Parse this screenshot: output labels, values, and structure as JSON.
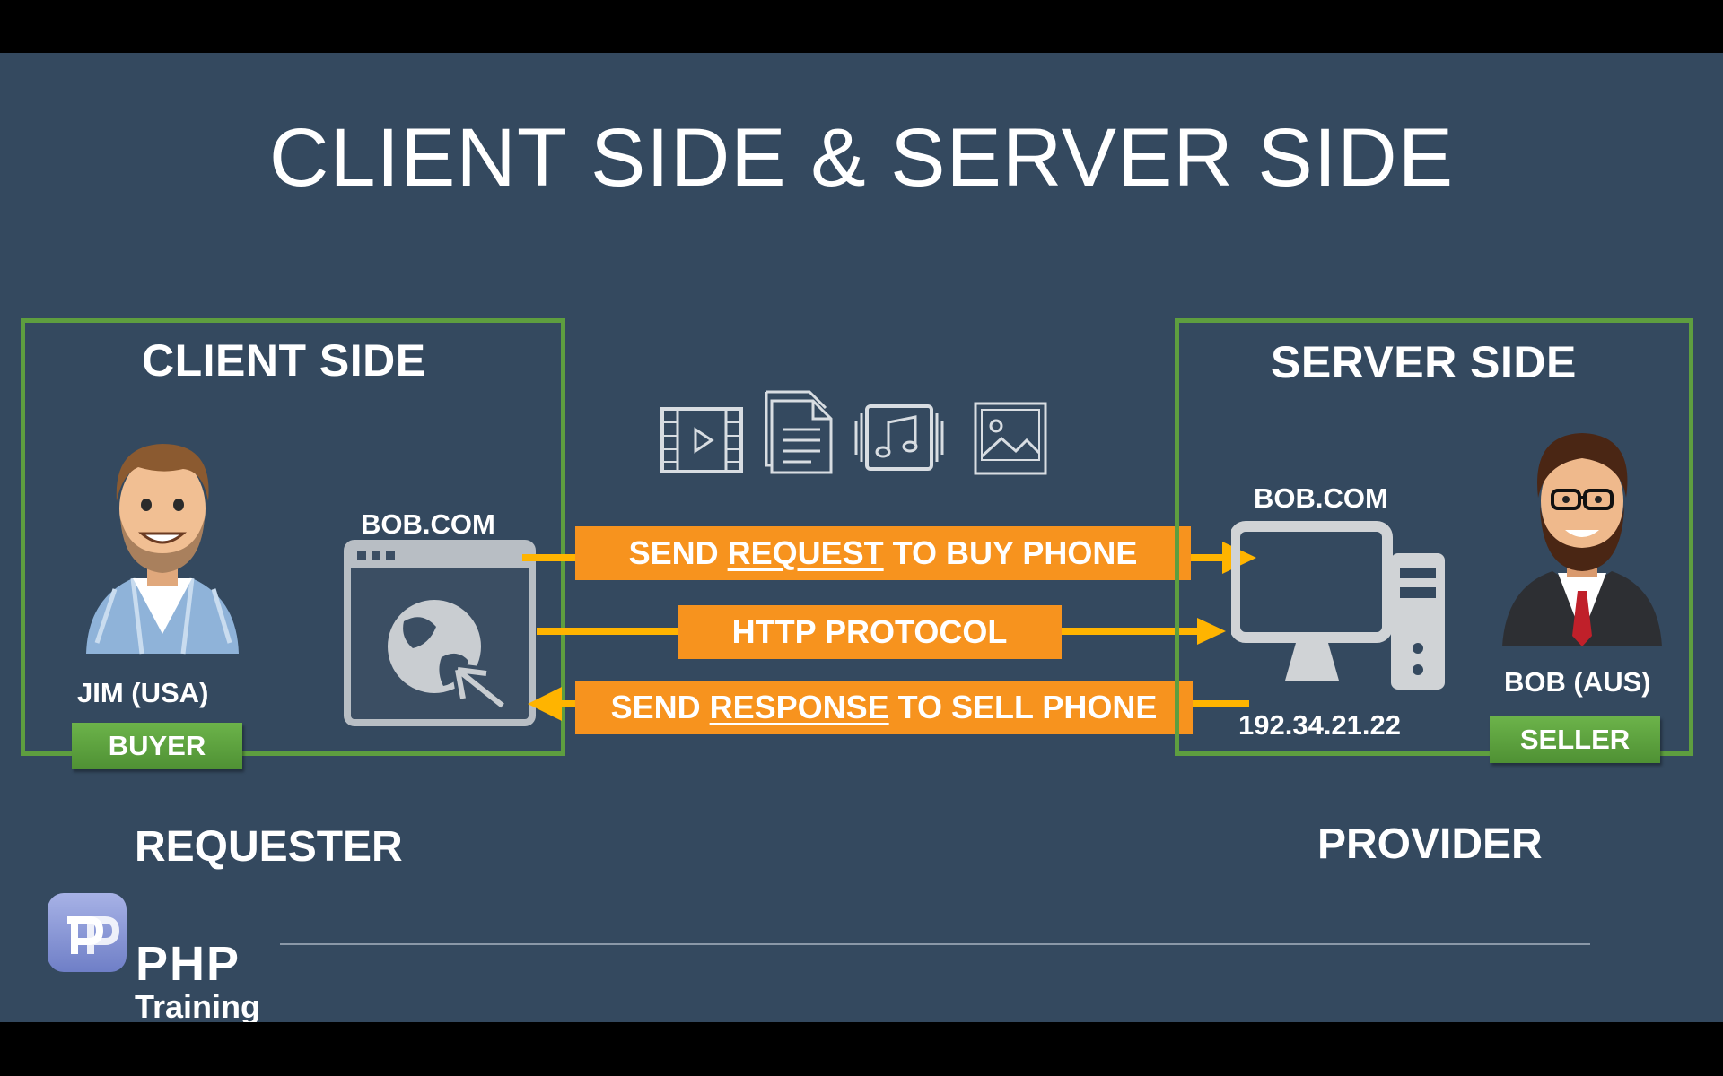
{
  "title": "CLIENT SIDE & SERVER SIDE",
  "client": {
    "heading": "CLIENT SIDE",
    "person_name": "JIM (USA)",
    "person_badge": "BUYER",
    "browser_label": "BOB.COM",
    "role": "REQUESTER"
  },
  "server": {
    "heading": "SERVER SIDE",
    "computer_label": "BOB.COM",
    "ip_address": "192.34.21.22",
    "person_name": "BOB (AUS)",
    "person_badge": "SELLER",
    "role": "PROVIDER"
  },
  "flows": {
    "request_pre": "SEND ",
    "request_keyword": "REQUEST",
    "request_post": " TO BUY PHONE",
    "protocol": "HTTP PROTOCOL",
    "response_pre": "SEND ",
    "response_keyword": "RESPONSE",
    "response_post": " TO SELL PHONE"
  },
  "media_icons": [
    "video-icon",
    "document-icon",
    "music-icon",
    "image-icon"
  ],
  "logo": {
    "name": "PHP",
    "subtitle": "Training"
  },
  "colors": {
    "background": "#34495f",
    "panel_border": "#5e9e3f",
    "flow_bar": "#f7931e",
    "arrow": "#ffb400",
    "badge": "#5fa53f"
  }
}
